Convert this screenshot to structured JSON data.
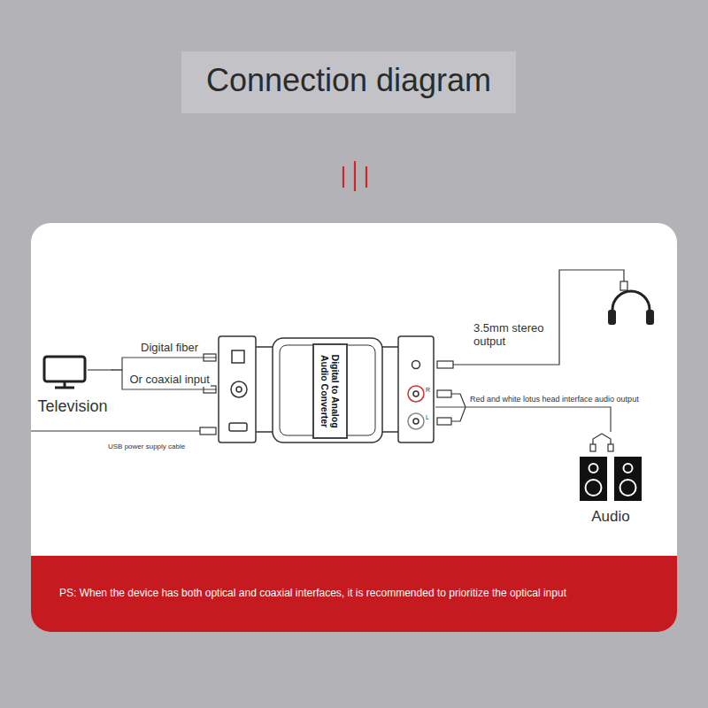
{
  "diagram": {
    "title": "Connection diagram",
    "nodes": [
      {
        "text": [
          "Television"
        ]
      },
      {
        "text": [
          "Digital to Analog Audio Converter"
        ]
      },
      {
        "text": [
          "Audio"
        ]
      },
      {
        "text": [
          "PS: When the device has both optical and coaxial interfaces, it is recommended to prioritize the optical input"
        ]
      }
    ],
    "edges": [
      {
        "from": 0,
        "to": 1,
        "label": "Digital fiber",
        "arrow": "none"
      },
      {
        "from": 0,
        "to": 1,
        "label": "Or coaxial input",
        "arrow": "none"
      },
      {
        "from": 1,
        "to": 2,
        "label": "Red and white lotus head interface audio output",
        "arrow": "none"
      }
    ],
    "labels": [
      "3.5mm stereo output",
      "USB power supply cable",
      "R",
      "L"
    ]
  }
}
